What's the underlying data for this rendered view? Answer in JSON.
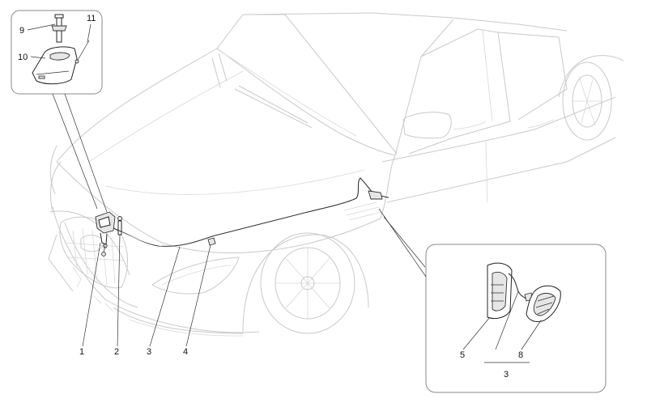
{
  "callouts": {
    "c1": "1",
    "c2": "2",
    "c3": "3",
    "c4": "4",
    "c5": "5",
    "c8": "8",
    "c3b": "3",
    "c9": "9",
    "c10": "10",
    "c11": "11"
  }
}
